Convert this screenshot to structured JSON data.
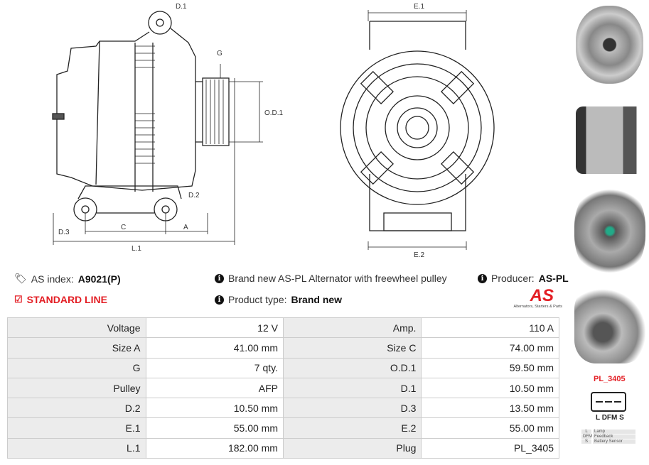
{
  "drawing": {
    "labels": {
      "d1": "D.1",
      "g": "G",
      "od1": "O.D.1",
      "d2": "D.2",
      "d3": "D.3",
      "c": "C",
      "a": "A",
      "l1": "L.1",
      "e1": "E.1",
      "e2": "E.2"
    }
  },
  "info": {
    "as_index_label": "AS index:",
    "as_index_value": "A9021(P)",
    "standard_line": "STANDARD LINE",
    "description": "Brand new AS-PL Alternator with freewheel pulley",
    "product_type_label": "Product type:",
    "product_type_value": "Brand new",
    "producer_label": "Producer:",
    "producer_value": "AS-PL",
    "logo_text": "AS",
    "logo_tagline": "Alternators, Starters & Parts"
  },
  "specs": [
    [
      "Voltage",
      "12 V",
      "Amp.",
      "110 A"
    ],
    [
      "Size A",
      "41.00 mm",
      "Size C",
      "74.00 mm"
    ],
    [
      "G",
      "7 qty.",
      "O.D.1",
      "59.50 mm"
    ],
    [
      "Pulley",
      "AFP",
      "D.1",
      "10.50 mm"
    ],
    [
      "D.2",
      "10.50 mm",
      "D.3",
      "13.50 mm"
    ],
    [
      "E.1",
      "55.00 mm",
      "E.2",
      "55.00 mm"
    ],
    [
      "L.1",
      "182.00 mm",
      "Plug",
      "PL_3405"
    ]
  ],
  "plug": {
    "code": "PL_3405",
    "pins": "L DFM S",
    "legend": [
      [
        "L",
        "Lamp"
      ],
      [
        "DFM",
        "Feedback"
      ],
      [
        "S",
        "Battery Sensor"
      ]
    ]
  },
  "colors": {
    "accent": "#e31e24"
  }
}
